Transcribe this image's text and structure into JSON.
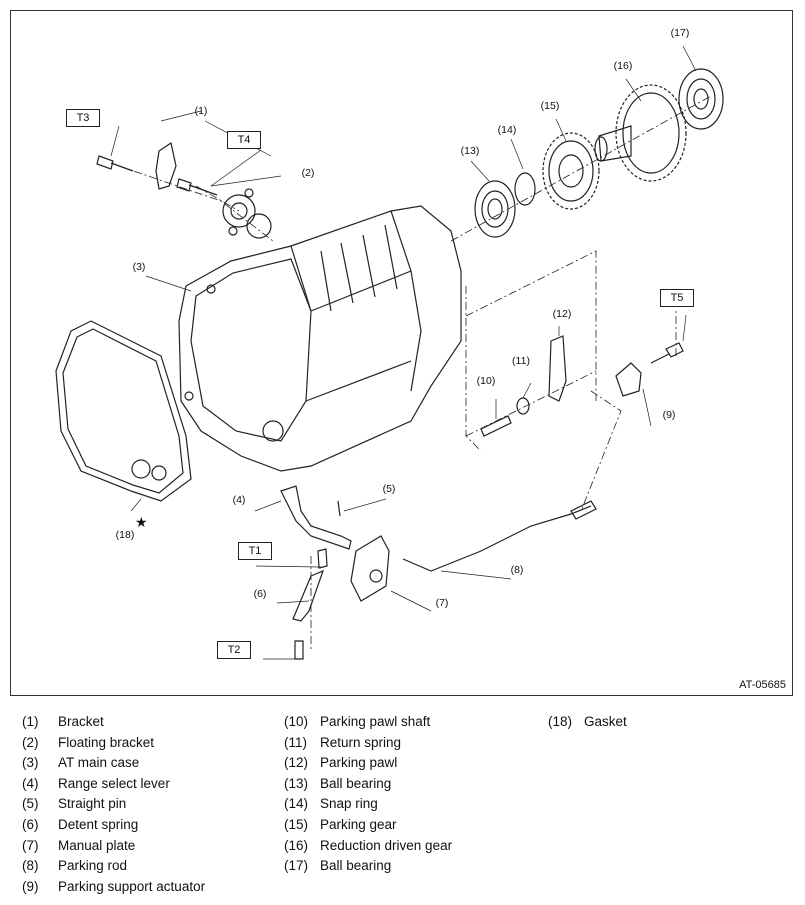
{
  "figure": {
    "code": "AT-05685",
    "torque_marks": [
      "T1",
      "T2",
      "T3",
      "T4",
      "T5"
    ],
    "special_mark": "★",
    "callouts": [
      "(1)",
      "(2)",
      "(3)",
      "(4)",
      "(5)",
      "(6)",
      "(7)",
      "(8)",
      "(9)",
      "(10)",
      "(11)",
      "(12)",
      "(13)",
      "(14)",
      "(15)",
      "(16)",
      "(17)",
      "(18)"
    ]
  },
  "legend": {
    "items": [
      {
        "num": "(1)",
        "label": "Bracket"
      },
      {
        "num": "(2)",
        "label": "Floating bracket"
      },
      {
        "num": "(3)",
        "label": "AT main case"
      },
      {
        "num": "(4)",
        "label": "Range select lever"
      },
      {
        "num": "(5)",
        "label": "Straight pin"
      },
      {
        "num": "(6)",
        "label": "Detent spring"
      },
      {
        "num": "(7)",
        "label": "Manual plate"
      },
      {
        "num": "(8)",
        "label": "Parking rod"
      },
      {
        "num": "(9)",
        "label": "Parking support actuator"
      },
      {
        "num": "(10)",
        "label": "Parking pawl shaft"
      },
      {
        "num": "(11)",
        "label": "Return spring"
      },
      {
        "num": "(12)",
        "label": "Parking pawl"
      },
      {
        "num": "(13)",
        "label": "Ball bearing"
      },
      {
        "num": "(14)",
        "label": "Snap ring"
      },
      {
        "num": "(15)",
        "label": "Parking gear"
      },
      {
        "num": "(16)",
        "label": "Reduction driven gear"
      },
      {
        "num": "(17)",
        "label": "Ball bearing"
      },
      {
        "num": "(18)",
        "label": "Gasket"
      }
    ]
  }
}
